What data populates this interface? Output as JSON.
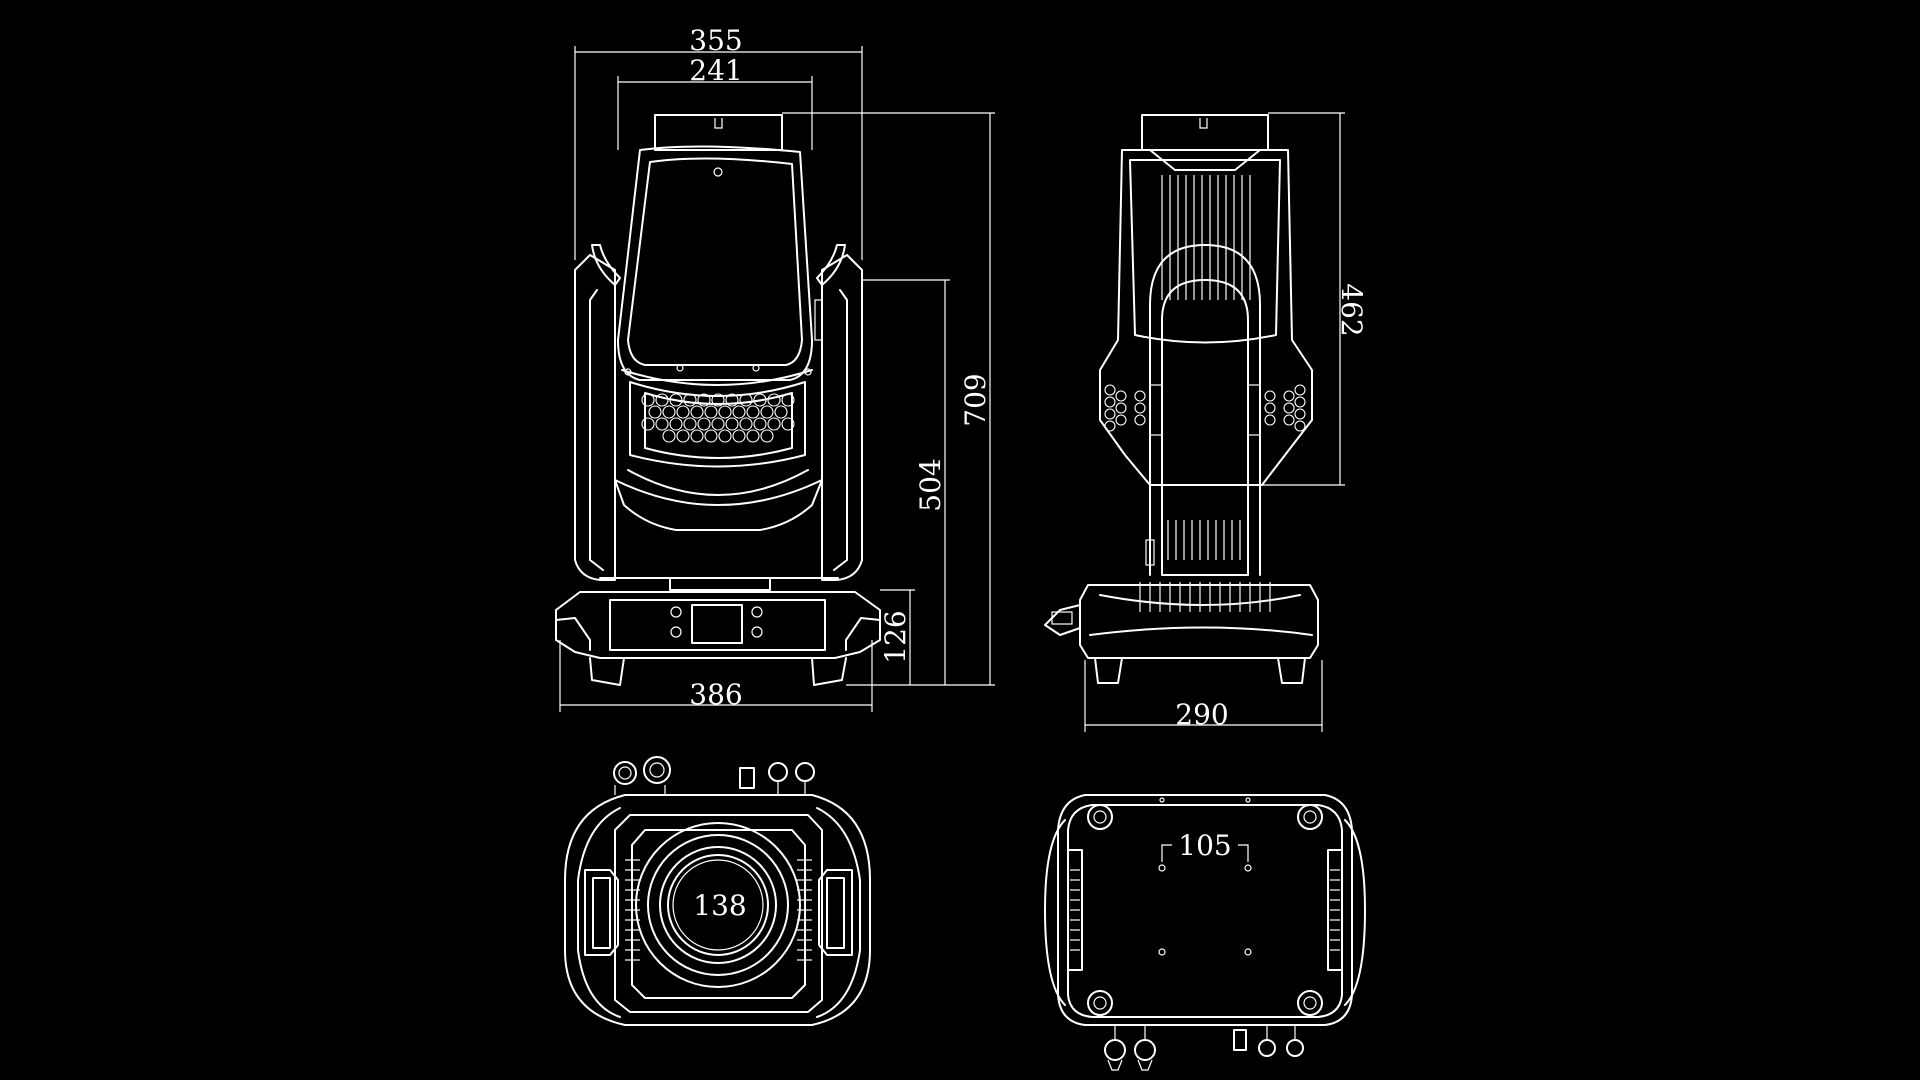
{
  "drawing": {
    "background": "#000000",
    "line_color": "#ffffff",
    "views": {
      "front": {
        "dimensions": {
          "overall_width": "355",
          "head_width": "241",
          "total_height": "709",
          "yoke_height": "504",
          "base_height": "126",
          "base_width": "386"
        }
      },
      "side": {
        "dimensions": {
          "head_height": "462",
          "base_depth": "290"
        }
      },
      "top": {
        "dimensions": {
          "lens_diameter": "138"
        }
      },
      "bottom": {
        "dimensions": {
          "mount_spacing": "105"
        }
      }
    }
  }
}
